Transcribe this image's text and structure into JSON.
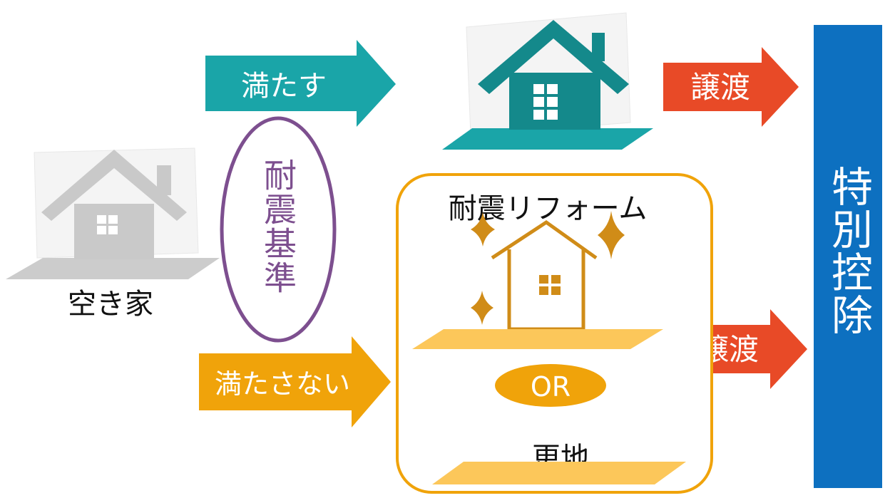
{
  "labels": {
    "vacant_house": "空き家",
    "criteria": "耐震基準",
    "meets": "満たす",
    "not_meets": "満たさない",
    "transfer_top": "譲渡",
    "transfer_bottom": "譲渡",
    "reform": "耐震リフォーム",
    "or": "OR",
    "vacant_land": "更地",
    "special_deduction": "特別控除"
  },
  "colors": {
    "teal": "#1aa5a8",
    "dark_teal": "#14898b",
    "orange": "#f0a30a",
    "red_orange": "#e84a27",
    "purple": "#7d4f8f",
    "blue": "#0d70c0",
    "gray": "#c9c9c9",
    "yellow": "#fcc75a",
    "house_brown": "#d08c18"
  },
  "icons": {
    "vacant_house": "house-icon",
    "compliant_house": "house-icon",
    "reformed_house": "house-outline-icon",
    "sparkle": "sparkle-icon"
  }
}
